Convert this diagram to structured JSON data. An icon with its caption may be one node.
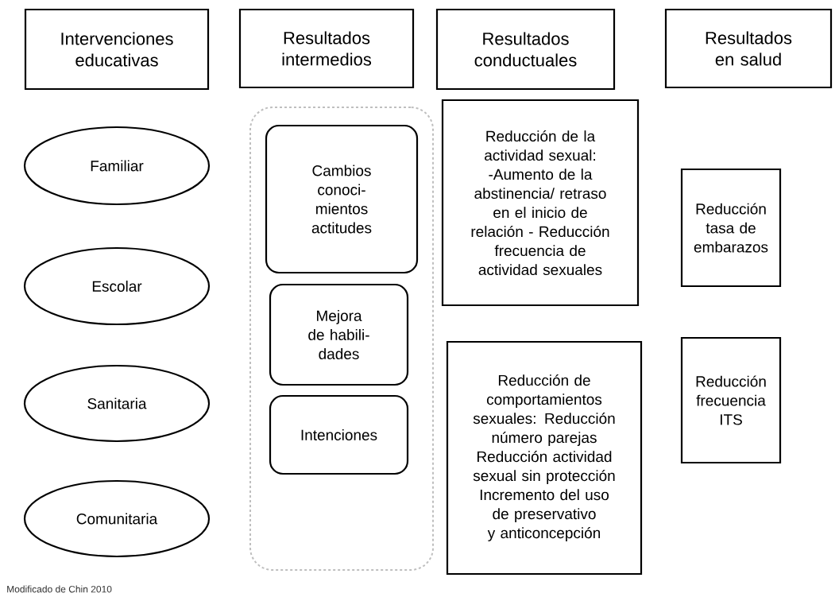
{
  "diagram": {
    "caption": "Modificado de Chin 2010",
    "nodes": [
      {
        "text": [
          "Intervenciones educativas"
        ]
      },
      {
        "text": [
          "Resultados intermedios"
        ]
      },
      {
        "text": [
          "Resultados conductuales"
        ]
      },
      {
        "text": [
          "Resultados en salud"
        ]
      },
      {
        "text": [
          "Familiar"
        ]
      },
      {
        "text": [
          "Escolar"
        ]
      },
      {
        "text": [
          "Sanitaria"
        ]
      },
      {
        "text": [
          "Comunitaria"
        ]
      },
      {
        "text": [],
        "shape": "box"
      },
      {
        "text": [
          "Cambios conoci-mientos actitudes"
        ],
        "in": 8
      },
      {
        "text": [
          "Mejora de habili-dades"
        ],
        "in": 8
      },
      {
        "text": [
          "Intenciones"
        ],
        "in": 8
      },
      {
        "text": [
          "Reducción de la actividad sexual: -Aumento de la abstinencia/ retraso en el inicio de relación - Reducción frecuencia de actividad sexuales"
        ]
      },
      {
        "text": [
          "Reducción de comportamientos sexuales: Reducción número parejas Reducción actividad sexual sin protección Incremento del uso de preservativo y anticoncepción"
        ]
      },
      {
        "text": [
          "Reducción tasa de embarazos"
        ]
      },
      {
        "text": [
          "Reducción frecuencia ITS"
        ]
      }
    ],
    "edges": []
  }
}
